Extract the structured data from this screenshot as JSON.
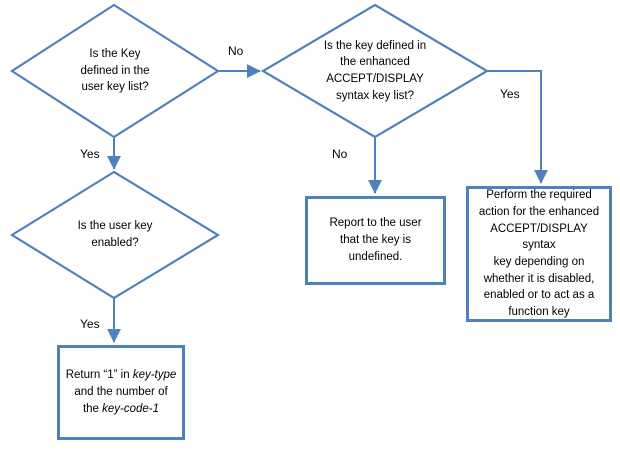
{
  "colors": {
    "shape": "#4f81bd",
    "text": "#000000",
    "bg": "#ffffff"
  },
  "nodes": {
    "decision_user_key_list": {
      "type": "decision",
      "text": "Is the Key\ndefined in the\nuser key list?"
    },
    "decision_enhanced_list": {
      "type": "decision",
      "text": "Is the key defined in\nthe enhanced\nACCEPT/DISPLAY\nsyntax key list?"
    },
    "decision_user_key_enabled": {
      "type": "decision",
      "text": "Is the user key\nenabled?"
    },
    "process_report_undefined": {
      "type": "process",
      "text": "Report to the user\nthat the key is\nundefined."
    },
    "process_perform_action": {
      "type": "process",
      "text": "Perform the required\naction for the enhanced\nACCEPT/DISPLAY syntax\nkey depending on\nwhether it is disabled,\nenabled or to act as a\nfunction key"
    },
    "process_return_key_type": {
      "type": "process",
      "segments": [
        {
          "text": "Return “1” in ",
          "italic": false
        },
        {
          "text": "key-type",
          "italic": true
        },
        {
          "text": " and the number of the ",
          "italic": false
        },
        {
          "text": "key-code-1",
          "italic": true
        }
      ]
    }
  },
  "edges": [
    {
      "from": "decision_user_key_list",
      "to": "decision_enhanced_list",
      "label": "No"
    },
    {
      "from": "decision_user_key_list",
      "to": "decision_user_key_enabled",
      "label": "Yes"
    },
    {
      "from": "decision_user_key_enabled",
      "to": "process_return_key_type",
      "label": "Yes"
    },
    {
      "from": "decision_enhanced_list",
      "to": "process_report_undefined",
      "label": "No"
    },
    {
      "from": "decision_enhanced_list",
      "to": "process_perform_action",
      "label": "Yes"
    }
  ]
}
